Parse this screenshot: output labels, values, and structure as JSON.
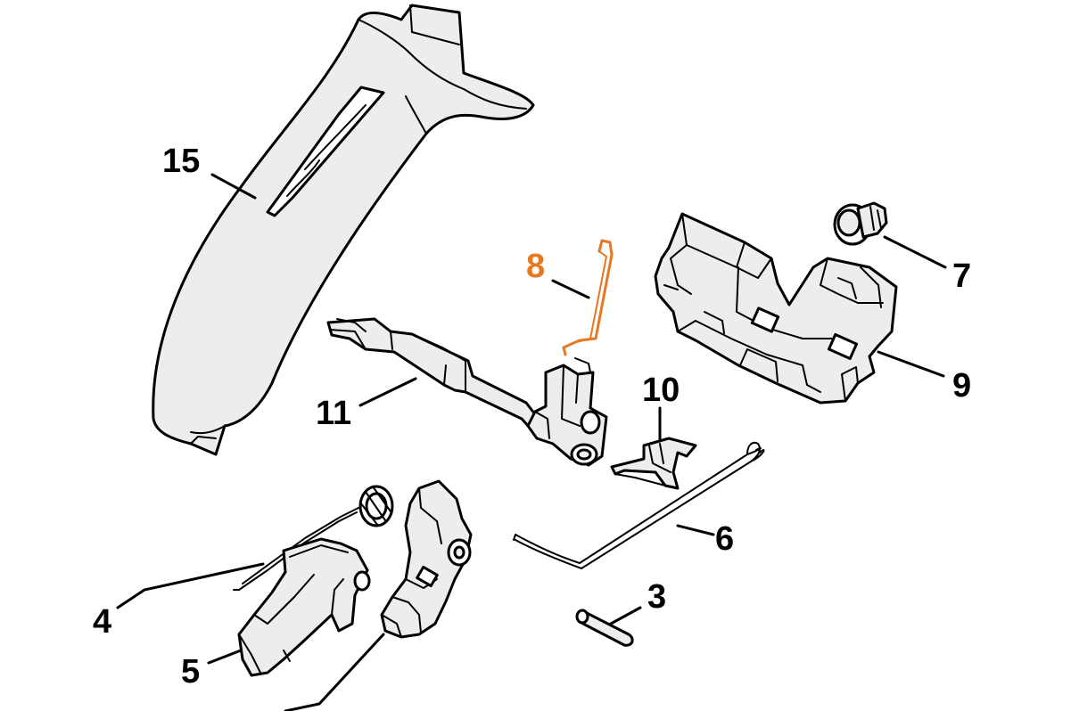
{
  "diagram": {
    "type": "exploded parts diagram",
    "colors": {
      "line": "#000000",
      "fill": "#ededed",
      "background": "#ffffff",
      "highlight": "#e87722"
    },
    "highlighted_callout": "8",
    "callouts": [
      {
        "id": "c15",
        "label": "15"
      },
      {
        "id": "c8",
        "label": "8"
      },
      {
        "id": "c7",
        "label": "7"
      },
      {
        "id": "c9",
        "label": "9"
      },
      {
        "id": "c10",
        "label": "10"
      },
      {
        "id": "c11",
        "label": "11"
      },
      {
        "id": "c6",
        "label": "6"
      },
      {
        "id": "c4",
        "label": "4"
      },
      {
        "id": "c3",
        "label": "3"
      },
      {
        "id": "c5",
        "label": "5"
      }
    ]
  }
}
